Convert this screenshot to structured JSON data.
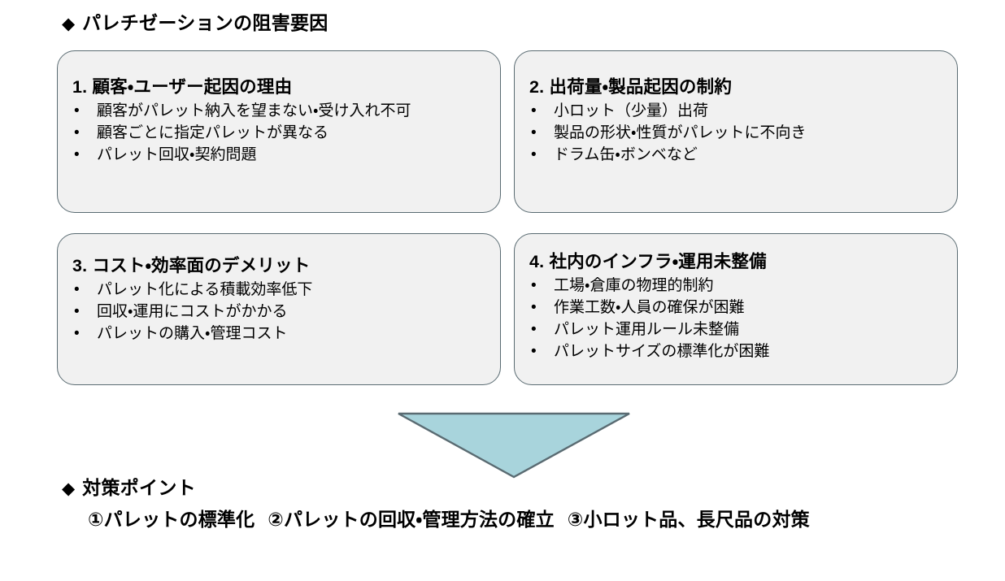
{
  "slide": {
    "title_marker": "◆",
    "title": "パレチゼーションの阻害要因",
    "measures_marker": "◆",
    "measures_title": "対策ポイント",
    "bullet_glyph": "•",
    "arrow": {
      "name": "down-arrow",
      "fill": "#A8D4DC",
      "stroke": "#5A6B72",
      "direction": "down"
    },
    "colors": {
      "box_fill": "#F1F1F1",
      "box_border": "#5A6B72",
      "text": "#000000",
      "arrow_fill": "#A8D4DC"
    }
  },
  "boxes": [
    {
      "number": "1.",
      "title": "1. 顧客・ユーザー起因の理由",
      "items": [
        "顧客がパレット納入を望まない・受け入れ不可",
        "顧客ごとに指定パレットが異なる",
        "パレット回収・契約問題"
      ]
    },
    {
      "number": "2.",
      "title": "2. 出荷量・製品起因の制約",
      "items": [
        "小ロット（少量）出荷",
        "製品の形状・性質がパレットに不向き",
        "ドラム缶・ボンベなど"
      ]
    },
    {
      "number": "3.",
      "title": "3. コスト・効率面のデメリット",
      "items": [
        "パレット化による積載効率低下",
        "回収・運用にコストがかかる",
        "パレットの購入・管理コスト"
      ]
    },
    {
      "number": "4.",
      "title": "4. 社内のインフラ・運用未整備",
      "items": [
        "工場・倉庫の物理的制約",
        "作業工数・人員の確保が困難",
        "パレット運用ルール未整備",
        "パレットサイズの標準化が困難"
      ]
    }
  ],
  "measures": [
    "①パレットの標準化",
    "②パレットの回収・管理方法の確立",
    "③小ロット品、長尺品の対策"
  ]
}
